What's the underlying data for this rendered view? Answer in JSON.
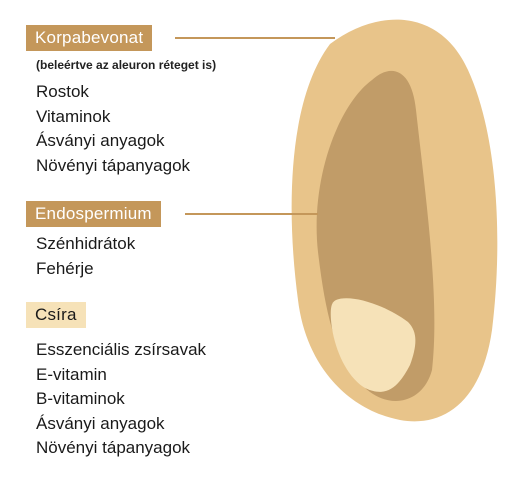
{
  "sections": {
    "bran": {
      "title": "Korpabevonat",
      "note": "(beleértve az aleuron réteget is)",
      "items": [
        "Rostok",
        "Vitaminok",
        "Ásványi anyagok",
        "Növényi tápanyagok"
      ]
    },
    "endosperm": {
      "title": "Endospermium",
      "items": [
        "Szénhidrátok",
        "Fehérje"
      ]
    },
    "germ": {
      "title": "Csíra",
      "items": [
        "Esszenciális zsírsavak",
        "E-vitamin",
        "B-vitaminok",
        "Ásványi anyagok",
        "Növényi tápanyagok"
      ]
    }
  },
  "colors": {
    "bran": "#e8c48a",
    "endosperm": "#c19c68",
    "germ": "#f6e2b8",
    "tag": "#c4975a",
    "line": "#c4975a"
  }
}
